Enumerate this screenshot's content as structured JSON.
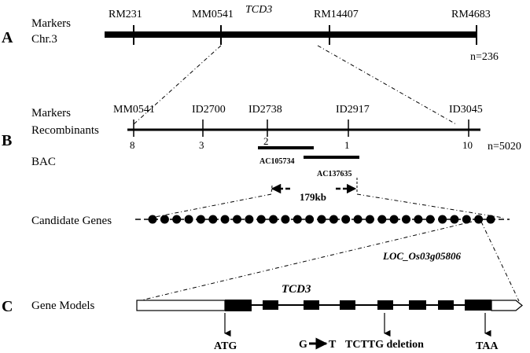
{
  "panels": {
    "a": "A",
    "b": "B",
    "c": "C"
  },
  "panel_a": {
    "label_line1": "Markers",
    "label_line2": "Chr.3",
    "gene_label": "TCD3",
    "markers": [
      "RM231",
      "MM0541",
      "RM14407",
      "RM4683"
    ],
    "n_label": "n=236"
  },
  "panel_b": {
    "markers_label": "Markers",
    "recombinants_label": "Recombinants",
    "markers": [
      "MM0541",
      "ID2700",
      "ID2738",
      "ID2917",
      "ID3045"
    ],
    "recombinants": [
      "8",
      "3",
      "2",
      "1",
      "10"
    ],
    "n_label": "n=5020",
    "bac_label": "BAC",
    "bac_clones": [
      "AC105734",
      "AC137635"
    ],
    "interval_label": "179kb",
    "candidate_label": "Candidate Genes",
    "candidate_gene_count": 29,
    "gene_id": "LOC_Os03g05806"
  },
  "panel_c": {
    "gene_models_label": "Gene Models",
    "gene_label": "TCD3",
    "annotations": {
      "start": "ATG",
      "snp_from": "G",
      "snp_to": "T",
      "deletion": "TCTTG deletion",
      "stop": "TAA"
    }
  }
}
